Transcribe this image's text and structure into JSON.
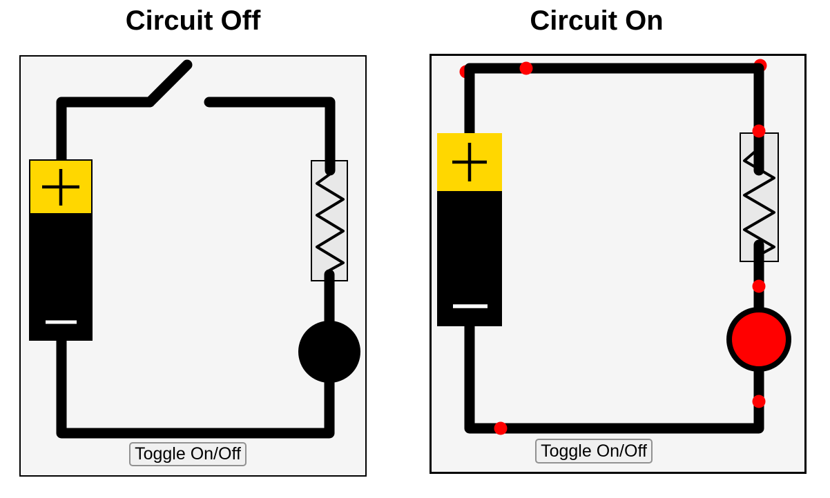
{
  "page": {
    "background": "#FFFFFF"
  },
  "panels": [
    {
      "title": "Circuit Off",
      "state": "off",
      "switch_state": "open",
      "bulb_state": "unlit",
      "button_label": "Toggle On/Off"
    },
    {
      "title": "Circuit On",
      "state": "on",
      "switch_state": "closed",
      "bulb_state": "lit",
      "current_dots": 7,
      "button_label": "Toggle On/Off"
    }
  ],
  "colors": {
    "title": "#000000",
    "panel_bg": "#F5F5F5",
    "panel_border": "#000000",
    "wire": "#000000",
    "battery_cap": "#FFD700",
    "battery_body": "#000000",
    "battery_plus": "#000000",
    "battery_minus": "#FFFFFF",
    "resistor_fill": "#E8E8E8",
    "resistor_border": "#000000",
    "resistor_zigzag": "#000000",
    "bulb_off": "#000000",
    "bulb_on": "#FF0000",
    "bulb_outline": "#000000",
    "current_dot": "#FF0000",
    "button_bg": "#F0F0F0",
    "button_border": "#919191",
    "button_text": "#000000"
  }
}
